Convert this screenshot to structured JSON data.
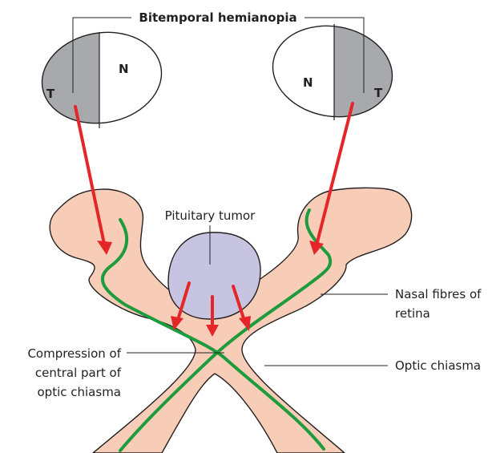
{
  "title": "Bitemporal hemianopia",
  "left_field": {
    "temporal_label": "T",
    "nasal_label": "N"
  },
  "right_field": {
    "temporal_label": "T",
    "nasal_label": "N"
  },
  "labels": {
    "pituitary_tumor": "Pituitary tumor",
    "nasal_fibres_line1": "Nasal fibres of",
    "nasal_fibres_line2": "retina",
    "optic_chiasma": "Optic chiasma",
    "compression_line1": "Compression of",
    "compression_line2": "central part of",
    "compression_line3": "optic chiasma"
  },
  "colors": {
    "tissue": "#f8cdb8",
    "tissue_outline": "#231f20",
    "nerve_fibre": "#1e9b3c",
    "arrow": "#e52629",
    "tumor": "#c7c4e2",
    "field_blind": "#a7a9ac",
    "field_seen": "#ffffff"
  }
}
